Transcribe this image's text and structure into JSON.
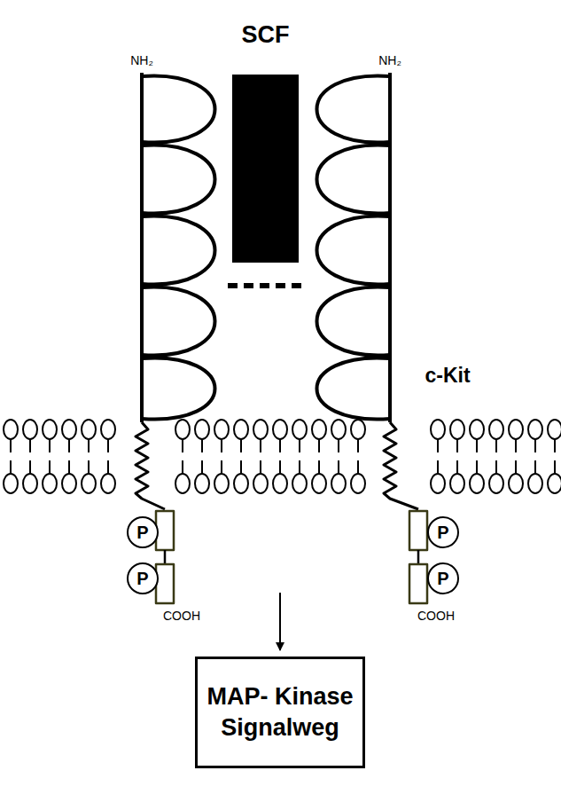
{
  "diagram": {
    "nodes": [
      {
        "text": [
          "SCF"
        ]
      },
      {
        "text": [
          "P"
        ]
      },
      {
        "text": [
          "P"
        ]
      },
      {
        "text": [
          "P"
        ]
      },
      {
        "text": [
          "P"
        ]
      },
      {
        "text": [
          "MAP- Kinase Signalweg"
        ]
      }
    ],
    "labels": [
      "NH₂",
      "NH₂",
      "c-Kit",
      "COOH",
      "COOH"
    ]
  }
}
